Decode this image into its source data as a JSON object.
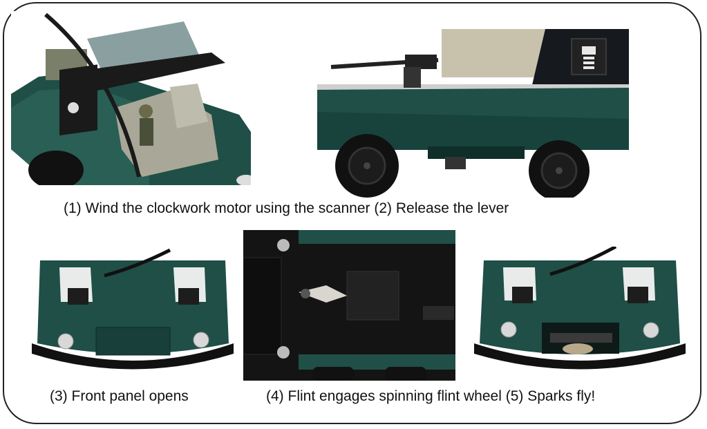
{
  "captions": {
    "step1_2": "(1) Wind the clockwork motor using the scanner (2) Release the lever",
    "step3": "(3) Front panel opens",
    "step4_5": "(4) Flint engages spinning flint wheel  (5) Sparks fly!"
  },
  "colors": {
    "body_green": "#1f4f47",
    "body_green_dark": "#153a34",
    "tire_black": "#111111",
    "chrome": "#c9c9c9",
    "underside_black": "#141414",
    "frame_border": "#222222"
  },
  "photos": [
    {
      "name": "photo-car-top-scanner",
      "icon": "toy-car-with-scanner-antenna"
    },
    {
      "name": "photo-car-side-wheels",
      "icon": "toy-car-side-with-gun"
    },
    {
      "name": "photo-front-panel-closed",
      "icon": "car-front-closed"
    },
    {
      "name": "photo-underside-flint",
      "icon": "underside-flint-mechanism"
    },
    {
      "name": "photo-front-panel-open",
      "icon": "car-front-open"
    }
  ]
}
